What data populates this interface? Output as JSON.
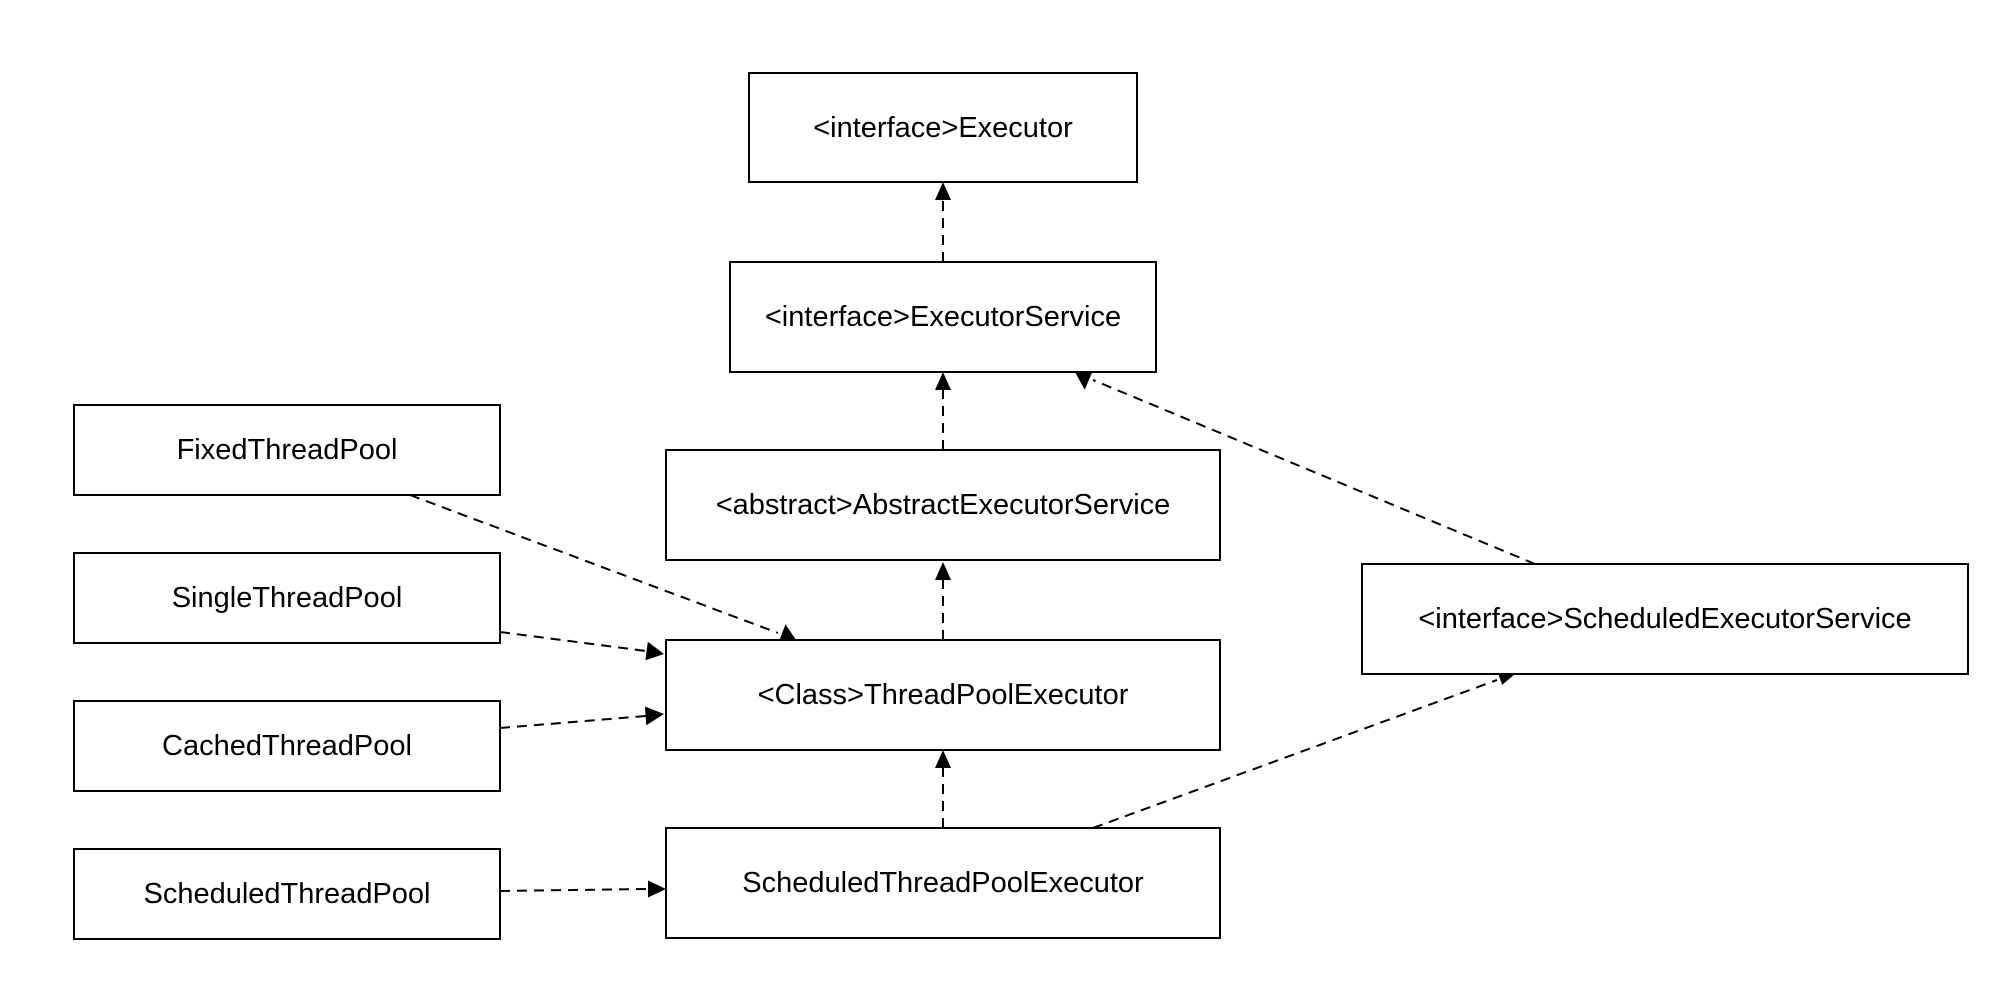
{
  "diagram": {
    "nodes": {
      "executor": "<interface>Executor",
      "executor_service": "<interface>ExecutorService",
      "abstract_executor_service": "<abstract>AbstractExecutorService",
      "thread_pool_executor": "<Class>ThreadPoolExecutor",
      "scheduled_thread_pool_executor": "ScheduledThreadPoolExecutor",
      "scheduled_executor_service": "<interface>ScheduledExecutorService",
      "fixed_thread_pool": "FixedThreadPool",
      "single_thread_pool": "SingleThreadPool",
      "cached_thread_pool": "CachedThreadPool",
      "scheduled_thread_pool": "ScheduledThreadPool"
    },
    "edges": [
      {
        "from": "executor_service",
        "to": "executor",
        "style": "dashed"
      },
      {
        "from": "abstract_executor_service",
        "to": "executor_service",
        "style": "dashed"
      },
      {
        "from": "scheduled_executor_service",
        "to": "executor_service",
        "style": "dashed"
      },
      {
        "from": "thread_pool_executor",
        "to": "abstract_executor_service",
        "style": "dashed"
      },
      {
        "from": "scheduled_thread_pool_executor",
        "to": "thread_pool_executor",
        "style": "dashed"
      },
      {
        "from": "scheduled_thread_pool_executor",
        "to": "scheduled_executor_service",
        "style": "dashed"
      },
      {
        "from": "fixed_thread_pool",
        "to": "thread_pool_executor",
        "style": "dashed"
      },
      {
        "from": "single_thread_pool",
        "to": "thread_pool_executor",
        "style": "dashed"
      },
      {
        "from": "cached_thread_pool",
        "to": "thread_pool_executor",
        "style": "dashed"
      },
      {
        "from": "scheduled_thread_pool",
        "to": "scheduled_thread_pool_executor",
        "style": "dashed"
      }
    ]
  }
}
